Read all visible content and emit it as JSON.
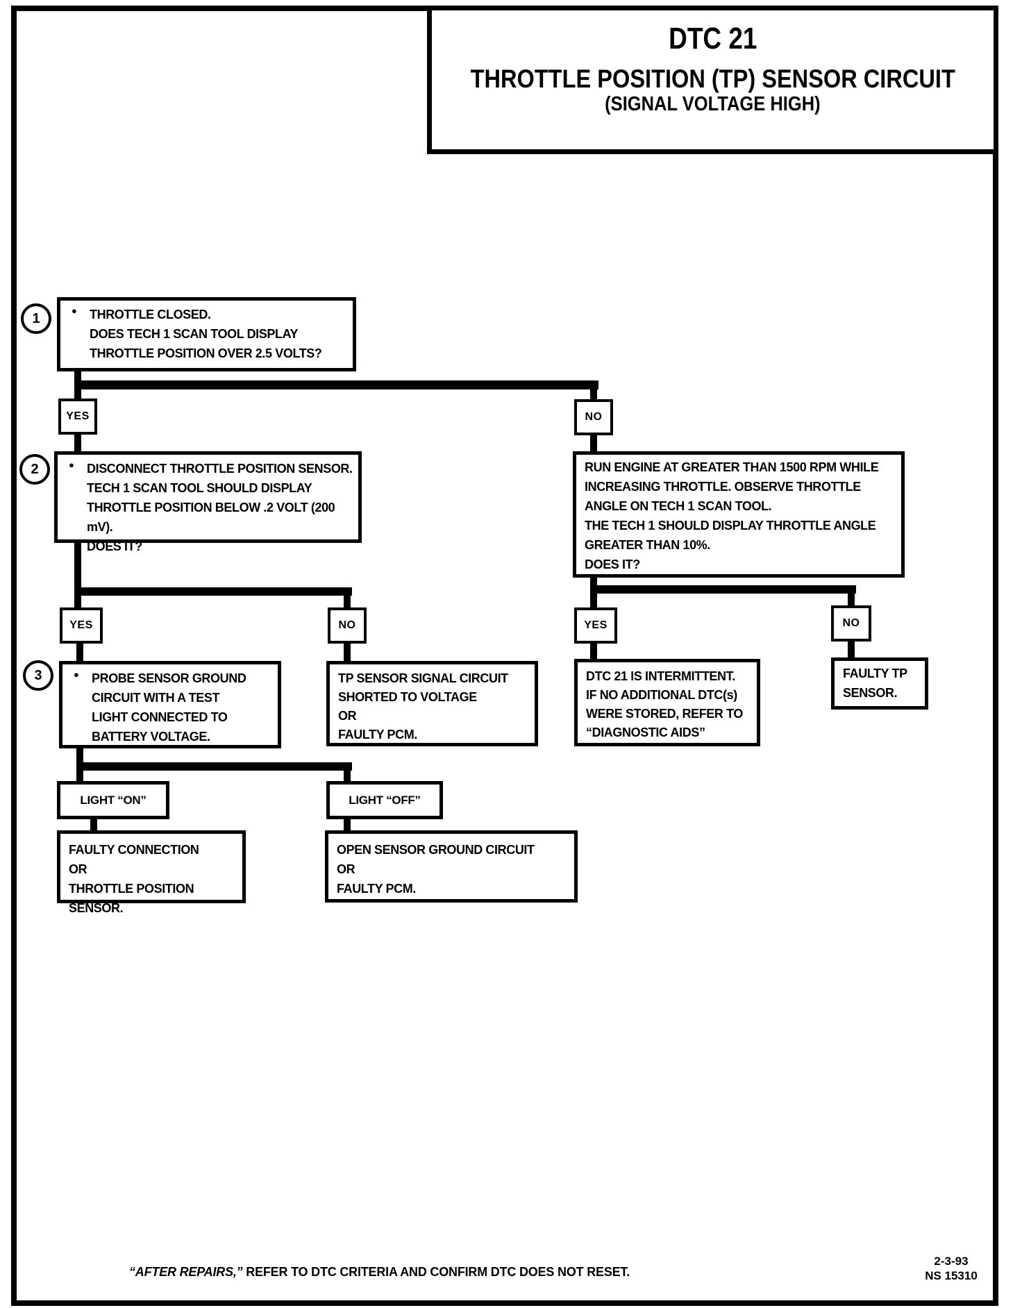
{
  "title": {
    "line1": "DTC 21",
    "line2": "THROTTLE POSITION (TP) SENSOR CIRCUIT",
    "line3": "(SIGNAL VOLTAGE HIGH)"
  },
  "glyphs": {
    "bullet": "●"
  },
  "labels": {
    "yes": "YES",
    "no": "NO",
    "light_on": "LIGHT “ON”",
    "light_off": "LIGHT “OFF”"
  },
  "nodes": {
    "step1": {
      "num": "1",
      "text": "THROTTLE CLOSED.\nDOES TECH 1 SCAN TOOL DISPLAY\nTHROTTLE POSITION OVER 2.5 VOLTS?"
    },
    "step2": {
      "num": "2",
      "text": "DISCONNECT THROTTLE POSITION SENSOR.\nTECH 1 SCAN TOOL SHOULD DISPLAY\nTHROTTLE POSITION BELOW .2 VOLT (200 mV).\nDOES IT?"
    },
    "step3": {
      "num": "3",
      "text": "PROBE SENSOR GROUND\nCIRCUIT WITH A TEST\nLIGHT CONNECTED TO\nBATTERY VOLTAGE."
    },
    "run_engine": {
      "text": "RUN ENGINE AT GREATER THAN 1500 RPM WHILE\nINCREASING THROTTLE.  OBSERVE THROTTLE\nANGLE ON TECH 1 SCAN TOOL.\nTHE TECH 1 SHOULD DISPLAY THROTTLE ANGLE\nGREATER THAN 10%.\nDOES IT?"
    },
    "tp_shorted": {
      "text": "TP SENSOR SIGNAL CIRCUIT\nSHORTED TO VOLTAGE\nOR\nFAULTY PCM."
    },
    "dtc_intermittent": {
      "text": "DTC 21 IS INTERMITTENT.\nIF NO ADDITIONAL DTC(s)\nWERE STORED, REFER TO\n“DIAGNOSTIC AIDS”"
    },
    "faulty_tp": {
      "text": "FAULTY TP\nSENSOR."
    },
    "faulty_connection": {
      "text": "FAULTY CONNECTION\nOR\nTHROTTLE POSITION SENSOR."
    },
    "open_ground": {
      "text": "OPEN SENSOR GROUND CIRCUIT\nOR\nFAULTY PCM."
    }
  },
  "footer": {
    "italic": "“AFTER REPAIRS,”",
    "rest": " REFER TO DTC CRITERIA AND CONFIRM DTC DOES NOT RESET.",
    "corner": "2-3-93\nNS 15310"
  }
}
